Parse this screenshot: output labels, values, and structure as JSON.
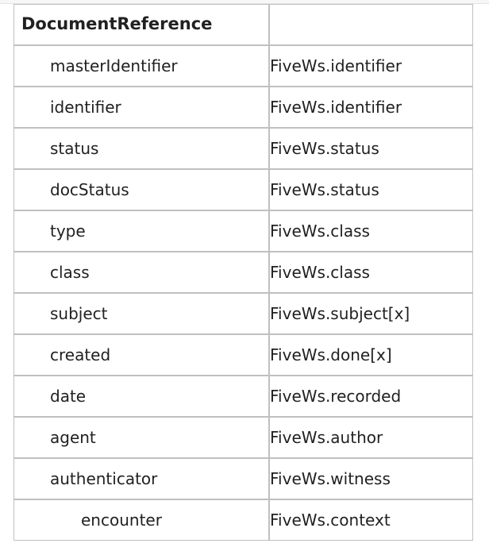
{
  "colors": {
    "border": "#c0c0c0",
    "text": "#212121",
    "top_strip": "#f7f7f7",
    "background": "#ffffff"
  },
  "table": {
    "header": {
      "resource_name": "DocumentReference",
      "mapping_header": ""
    },
    "rows": [
      {
        "element": "masterIdentifier",
        "mapping": "FiveWs.identifier",
        "indent": 1
      },
      {
        "element": "identifier",
        "mapping": "FiveWs.identifier",
        "indent": 1
      },
      {
        "element": "status",
        "mapping": "FiveWs.status",
        "indent": 1
      },
      {
        "element": "docStatus",
        "mapping": "FiveWs.status",
        "indent": 1
      },
      {
        "element": "type",
        "mapping": "FiveWs.class",
        "indent": 1
      },
      {
        "element": "class",
        "mapping": "FiveWs.class",
        "indent": 1
      },
      {
        "element": "subject",
        "mapping": "FiveWs.subject[x]",
        "indent": 1
      },
      {
        "element": "created",
        "mapping": "FiveWs.done[x]",
        "indent": 1
      },
      {
        "element": "date",
        "mapping": "FiveWs.recorded",
        "indent": 1
      },
      {
        "element": "agent",
        "mapping": "FiveWs.author",
        "indent": 1
      },
      {
        "element": "authenticator",
        "mapping": "FiveWs.witness",
        "indent": 1
      },
      {
        "element": "encounter",
        "mapping": "FiveWs.context",
        "indent": 2
      }
    ]
  }
}
